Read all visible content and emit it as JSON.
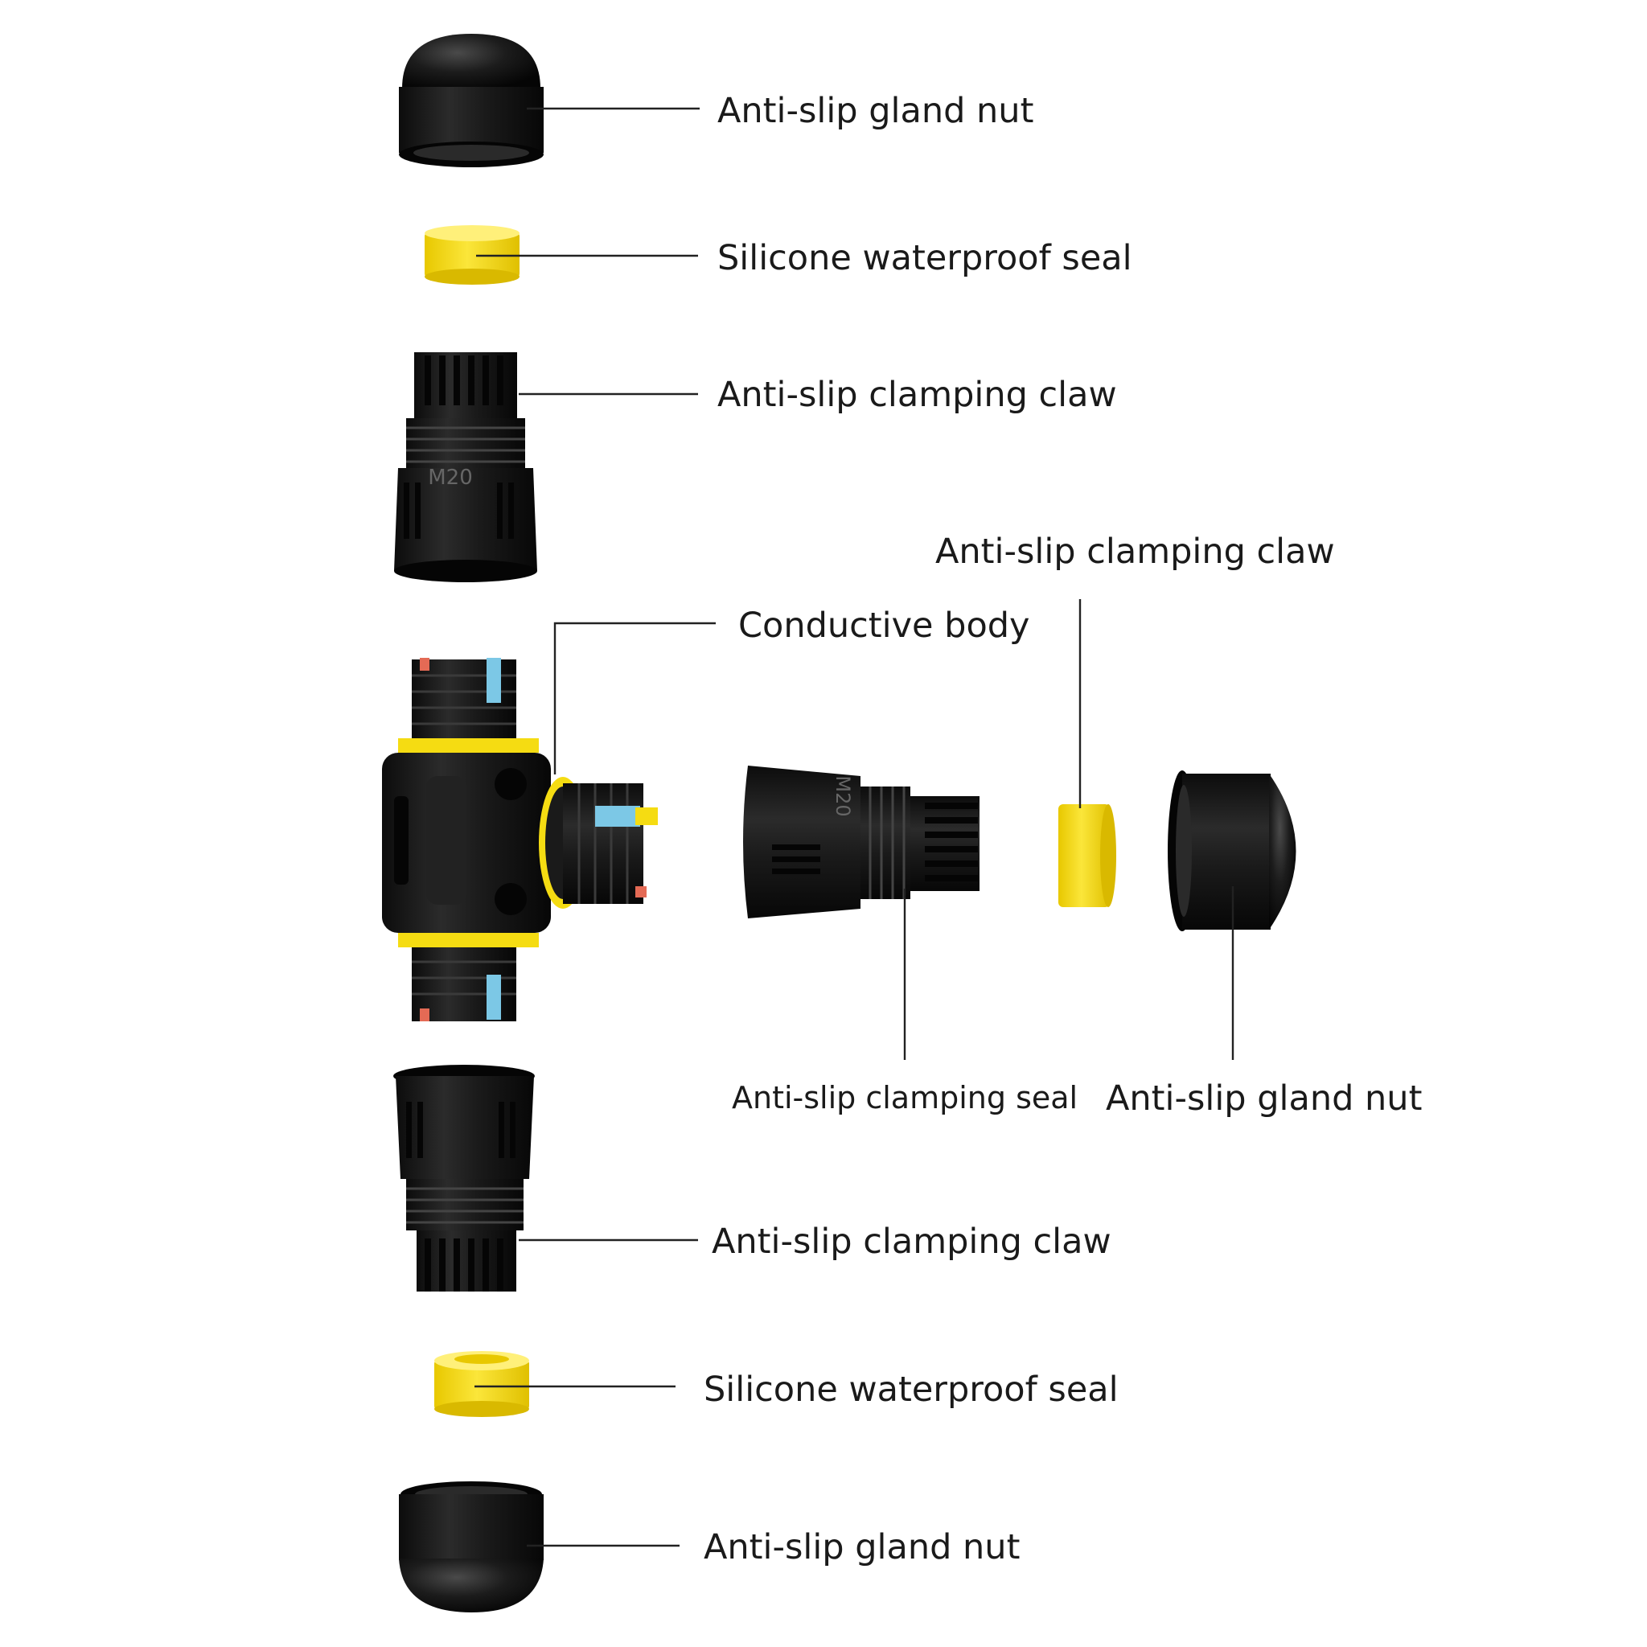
{
  "labels": {
    "top_gland_nut": "Anti-slip gland nut",
    "top_seal": "Silicone waterproof seal",
    "top_claw": "Anti-slip clamping claw",
    "conductive_body": "Conductive body",
    "right_claw": "Anti-slip clamping claw",
    "right_clamping_seal": "Anti-slip clamping seal",
    "right_gland_nut": "Anti-slip gland nut",
    "bottom_claw": "Anti-slip clamping claw",
    "bottom_seal": "Silicone waterproof seal",
    "bottom_gland_nut": "Anti-slip gland nut"
  },
  "markings": {
    "thread_size": "M20"
  },
  "colors": {
    "plastic_black": "#161616",
    "seal_yellow": "#f5dc12",
    "latch_blue": "#7cc8e6",
    "pin_red": "#e46a55"
  }
}
